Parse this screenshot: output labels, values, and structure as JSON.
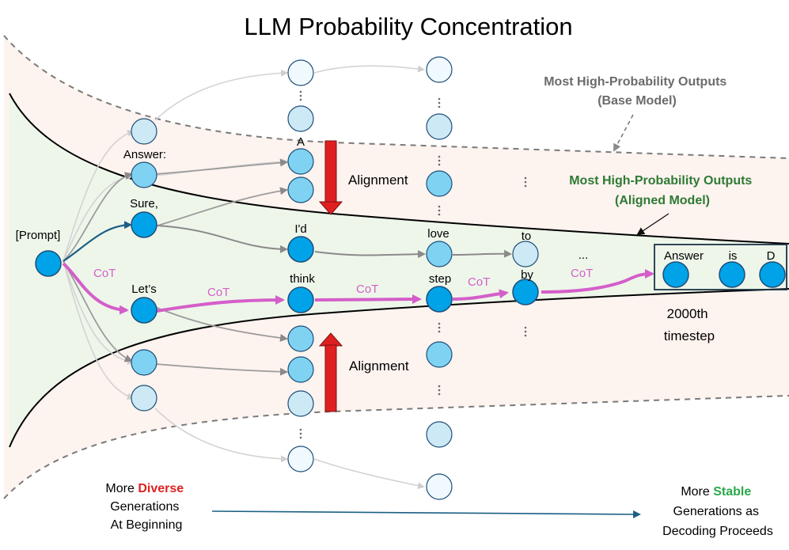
{
  "title": "LLM Probability Concentration",
  "prompt_label": "[Prompt]",
  "tokens": {
    "answer_colon": "Answer:",
    "sure": "Sure,",
    "lets": "Let’s",
    "a": "A",
    "id": "I'd",
    "think": "think",
    "love": "love",
    "step": "step",
    "to": "to",
    "by": "by",
    "answer": "Answer",
    "is": "is",
    "d": "D",
    "ellipsis": "..."
  },
  "cot_label": "CoT",
  "alignment_label": "Alignment",
  "timestep_label": [
    "2000th",
    "timestep"
  ],
  "base_model_label": [
    "Most High-Probability Outputs",
    "(Base Model)"
  ],
  "aligned_model_label": [
    "Most High-Probability Outputs",
    "(Aligned Model)"
  ],
  "bottom_left": {
    "prefix": "More ",
    "highlight": "Diverse",
    "line2": "Generations",
    "line3": "At Beginning"
  },
  "bottom_right": {
    "prefix": "More ",
    "highlight": "Stable",
    "line2": "Generations as",
    "line3": "Decoding Proceeds"
  },
  "colors": {
    "node_bright": "#00a3e8",
    "node_mid": "#7fd2f2",
    "node_light": "#cde9f5",
    "node_white": "#f0f9fd",
    "cot_path": "#d45fc9",
    "alignment_arrow": "#e02020",
    "aligned_region": "#eef7ec",
    "base_region": "#fdf3ef"
  }
}
